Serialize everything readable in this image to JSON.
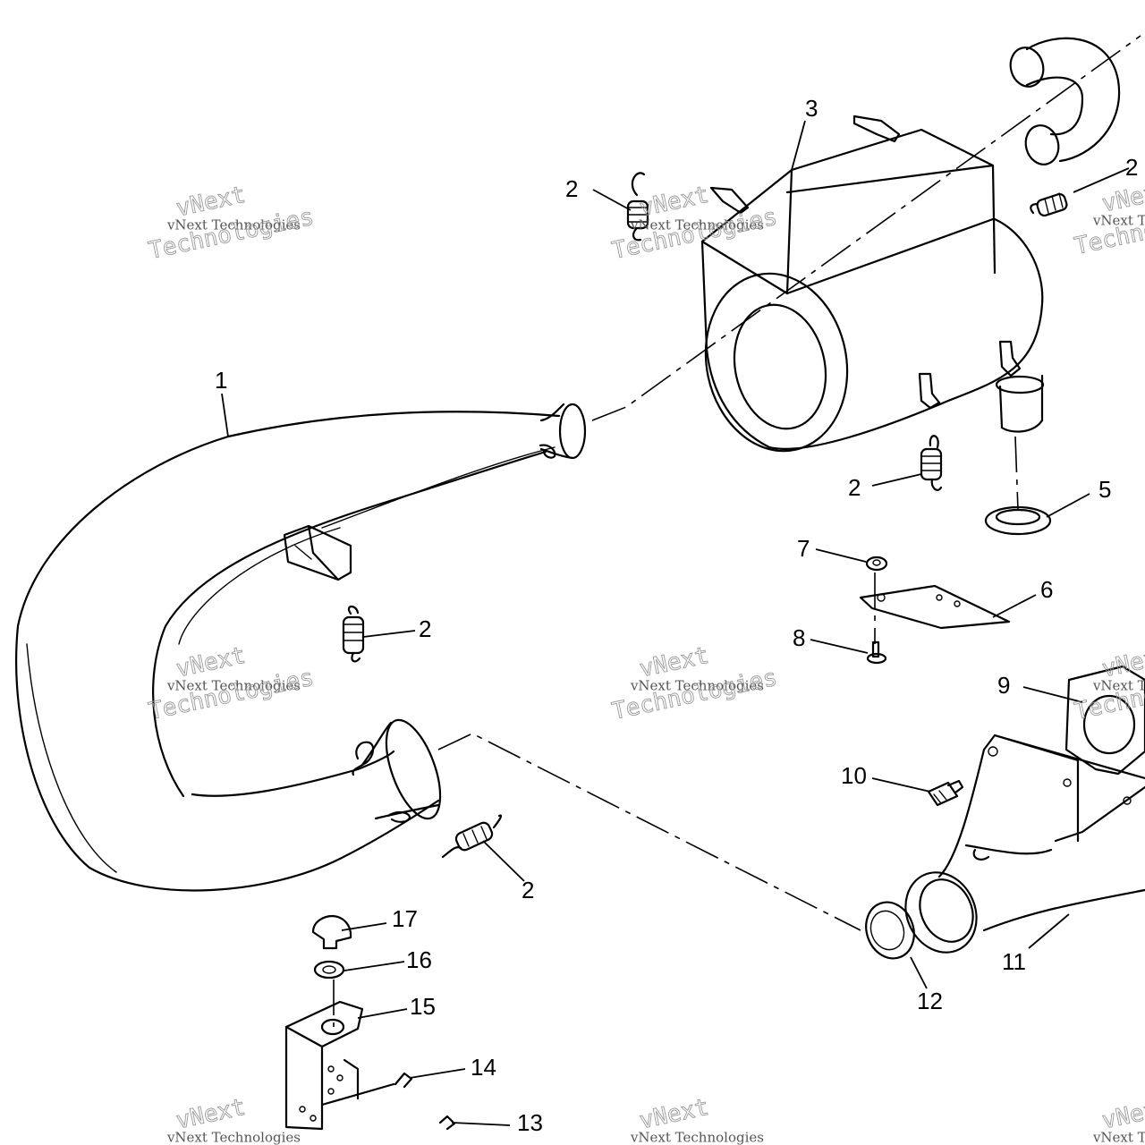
{
  "callouts": [
    {
      "id": "c1",
      "label": "1"
    },
    {
      "id": "c2a",
      "label": "2"
    },
    {
      "id": "c2b",
      "label": "2"
    },
    {
      "id": "c2c",
      "label": "2"
    },
    {
      "id": "c2d",
      "label": "2"
    },
    {
      "id": "c2e",
      "label": "2"
    },
    {
      "id": "c3",
      "label": "3"
    },
    {
      "id": "c5",
      "label": "5"
    },
    {
      "id": "c6",
      "label": "6"
    },
    {
      "id": "c7",
      "label": "7"
    },
    {
      "id": "c8",
      "label": "8"
    },
    {
      "id": "c9",
      "label": "9"
    },
    {
      "id": "c10",
      "label": "10"
    },
    {
      "id": "c11",
      "label": "11"
    },
    {
      "id": "c12",
      "label": "12"
    },
    {
      "id": "c13",
      "label": "13"
    },
    {
      "id": "c14",
      "label": "14"
    },
    {
      "id": "c15",
      "label": "15"
    },
    {
      "id": "c16",
      "label": "16"
    },
    {
      "id": "c17",
      "label": "17"
    }
  ],
  "watermark": {
    "line1": "vNext",
    "line2": "vNext Technologies",
    "line3": "Technologies"
  }
}
